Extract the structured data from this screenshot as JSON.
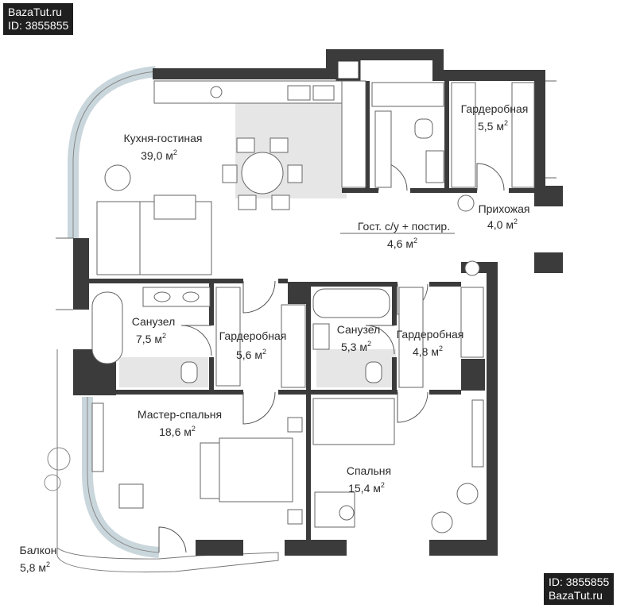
{
  "watermark": {
    "site": "BazaTut.ru",
    "id": "ID: 3855855"
  },
  "colors": {
    "wall": "#3a3a3a",
    "floor_tile": "#e4e4e4",
    "glass": "#cdd9df",
    "line": "#555555"
  },
  "rooms": {
    "kitchen": {
      "name": "Кухня-гостиная",
      "area": "39,0 м",
      "unit_sup": "2"
    },
    "wardrobe_top": {
      "name": "Гардеробная",
      "area": "5,5 м",
      "unit_sup": "2"
    },
    "hallway": {
      "name": "Прихожая",
      "area": "4,0 м",
      "unit_sup": "2"
    },
    "guest_wc": {
      "name": "Гост. с/у + постир.",
      "area": "4,6 м",
      "unit_sup": "2"
    },
    "bath_master": {
      "name": "Санузел",
      "area": "7,5 м",
      "unit_sup": "2"
    },
    "wardrobe_master": {
      "name": "Гардеробная",
      "area": "5,6 м",
      "unit_sup": "2"
    },
    "bath_second": {
      "name": "Санузел",
      "area": "5,3 м",
      "unit_sup": "2"
    },
    "wardrobe_second": {
      "name": "Гардеробная",
      "area": "4,8 м",
      "unit_sup": "2"
    },
    "master_bedroom": {
      "name": "Мастер-спальня",
      "area": "18,6 м",
      "unit_sup": "2"
    },
    "bedroom": {
      "name": "Спальня",
      "area": "15,4 м",
      "unit_sup": "2"
    },
    "balcony": {
      "name": "Балкон",
      "area": "5,8 м",
      "unit_sup": "2"
    }
  }
}
